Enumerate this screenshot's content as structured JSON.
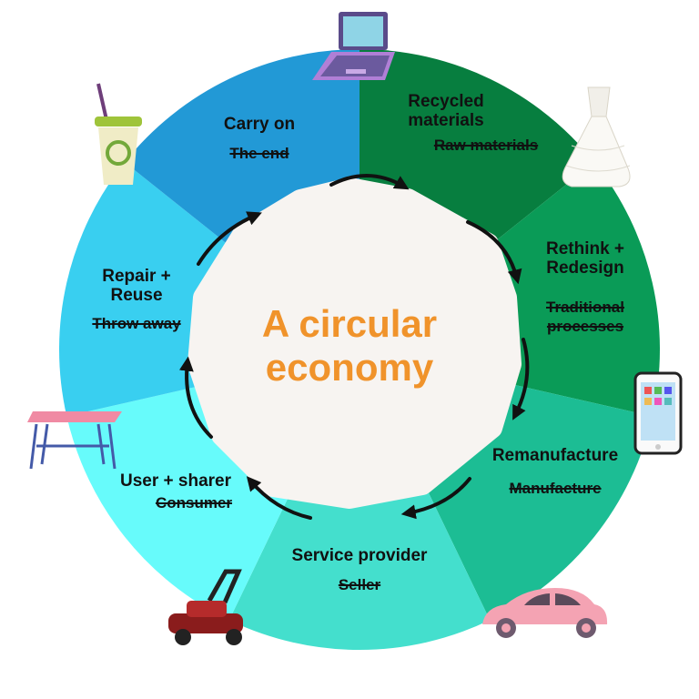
{
  "title": {
    "line1": "A circular",
    "line2": "economy"
  },
  "stages": [
    {
      "id": "recycled",
      "new_line1": "Recycled",
      "new_line2": "materials",
      "old_line1": "Raw materials",
      "old_line2": ""
    },
    {
      "id": "rethink",
      "new_line1": "Rethink +",
      "new_line2": "Redesign",
      "old_line1": "Traditional",
      "old_line2": "processes"
    },
    {
      "id": "remanufacture",
      "new_line1": "Remanufacture",
      "new_line2": "",
      "old_line1": "Manufacture",
      "old_line2": ""
    },
    {
      "id": "service",
      "new_line1": "Service provider",
      "new_line2": "",
      "old_line1": "Seller",
      "old_line2": ""
    },
    {
      "id": "user",
      "new_line1": "User + sharer",
      "new_line2": "",
      "old_line1": "Consumer",
      "old_line2": ""
    },
    {
      "id": "repair",
      "new_line1": "Repair +",
      "new_line2": "Reuse",
      "old_line1": "Throw away",
      "old_line2": ""
    },
    {
      "id": "carry",
      "new_line1": "Carry on",
      "new_line2": "",
      "old_line1": "The end",
      "old_line2": ""
    }
  ],
  "colors": {
    "segments": [
      "#077e3f",
      "#0a9b57",
      "#1cbd94",
      "#44dfcd",
      "#67fbfb",
      "#39cff0",
      "#2299d6"
    ],
    "title": "#f0932b",
    "center": "#f7f4f1"
  },
  "icons": [
    "laptop-icon",
    "wedding-dress-icon",
    "smartphone-icon",
    "car-icon",
    "lawn-mower-icon",
    "table-icon",
    "recycle-cup-icon"
  ]
}
